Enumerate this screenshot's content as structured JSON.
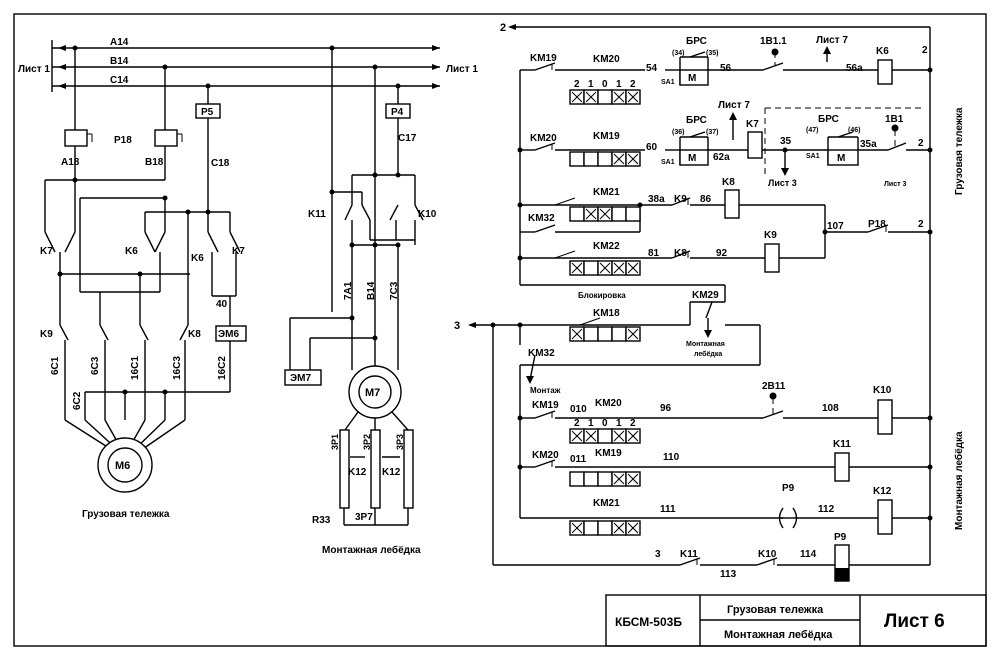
{
  "sheet_ref_left": "Лист 1",
  "sheet_ref_right": "Лист 1",
  "phases": [
    "A14",
    "B14",
    "C14"
  ],
  "left": {
    "labels": {
      "a18": "A18",
      "b18": "B18",
      "c18": "C18",
      "p18": "P18",
      "p5": "P5",
      "k7a": "K7",
      "k6a": "K6",
      "k6b": "K6",
      "k7b": "K7",
      "n40": "40",
      "k9": "K9",
      "k8": "K8",
      "em6": "ЭМ6",
      "c6c1": "6C1",
      "c6c3": "6C3",
      "c16c1": "16C1",
      "c16c3": "16C3",
      "c16c2": "16C2",
      "c6c2": "6C2",
      "m6": "M6"
    },
    "caption": "Грузовая тележка"
  },
  "middle": {
    "labels": {
      "p4": "P4",
      "c17": "C17",
      "k11": "K11",
      "k10": "K10",
      "a71": "7A1",
      "b14": "B14",
      "c73": "7C3",
      "em7": "ЭМ7",
      "m7": "M7",
      "r1": "3P1",
      "r2": "3P2",
      "r3": "3P3",
      "k12a": "K12",
      "k12b": "K12",
      "r33": "R33",
      "p7": "3P7"
    },
    "caption": "Монтажная лебёдка"
  },
  "right": {
    "lines": {
      "l2": "2",
      "l3": "3",
      "r1_km19": "KM19",
      "r1_km20": "KM20",
      "r1_54": "54",
      "r1_brs": "БРС",
      "r1_34": "(34)",
      "r1_35": "(35)",
      "r1_sa1": "SA1",
      "r1_m": "M",
      "r1_56": "56",
      "r1_1v11": "1B1.1",
      "r1_list7": "Лист 7",
      "r1_56a": "56a",
      "r1_k6": "K6",
      "r1_2": "2",
      "r2_km20": "KM20",
      "r2_km19": "KM19",
      "r2_60": "60",
      "r2_brs": "БРС",
      "r2_36": "(36)",
      "r2_37": "(37)",
      "r2_sa1": "SA1",
      "r2_m": "M",
      "r2_62a": "62a",
      "r2_list7": "Лист 7",
      "r2_k7": "K7",
      "r2_35": "35",
      "r2_list3": "Лист 3",
      "r2_brs2": "БРС",
      "r2_47": "(47)",
      "r2_46": "(46)",
      "r2_sa1b": "SA1",
      "r2_m2": "M",
      "r2_35a": "35a",
      "r2_1v1": "1B1",
      "r2_list3b": "Лист 3",
      "r2_2": "2",
      "r3_km21": "KM21",
      "r3_km32": "KM32",
      "r3_38a": "38a",
      "r3_k9": "K9",
      "r3_86": "86",
      "r3_k8": "K8",
      "r3_107": "107",
      "r3_p18": "P18",
      "r3_2": "2",
      "r4_km22": "KM22",
      "r4_81": "81",
      "r4_k8": "K8",
      "r4_92": "92",
      "r4_k9": "K9",
      "block": "Блокировка",
      "km29": "KM29",
      "km18": "KM18",
      "lebedka": "Монтажная\nлебёдка",
      "km32b": "KM32",
      "montazh": "Монтаж",
      "r5_km19": "KM19",
      "r5_010": "010",
      "r5_km20": "KM20",
      "r5_96": "96",
      "r5_2v11": "2B11",
      "r5_108": "108",
      "r5_k10": "K10",
      "r6_km20": "KM20",
      "r6_011": "011",
      "r6_km19": "KM19",
      "r6_110": "110",
      "r6_k11": "K11",
      "r7_km21": "KM21",
      "r7_111": "111",
      "r7_p9": "P9",
      "r7_112": "112",
      "r7_k12": "K12",
      "r8_3": "3",
      "r8_k11": "K11",
      "r8_113": "113",
      "r8_k10": "K10",
      "r8_114": "114",
      "r8_p9": "P9",
      "sel": [
        "2",
        "1",
        "0",
        "1",
        "2"
      ]
    },
    "side_top": "Грузовая тележка",
    "side_bottom": "Монтажная лебёдка"
  },
  "title_block": {
    "code": "КБСМ-503Б",
    "name_top": "Грузовая тележка",
    "name_bottom": "Монтажная лебёдка",
    "sheet": "Лист 6"
  }
}
